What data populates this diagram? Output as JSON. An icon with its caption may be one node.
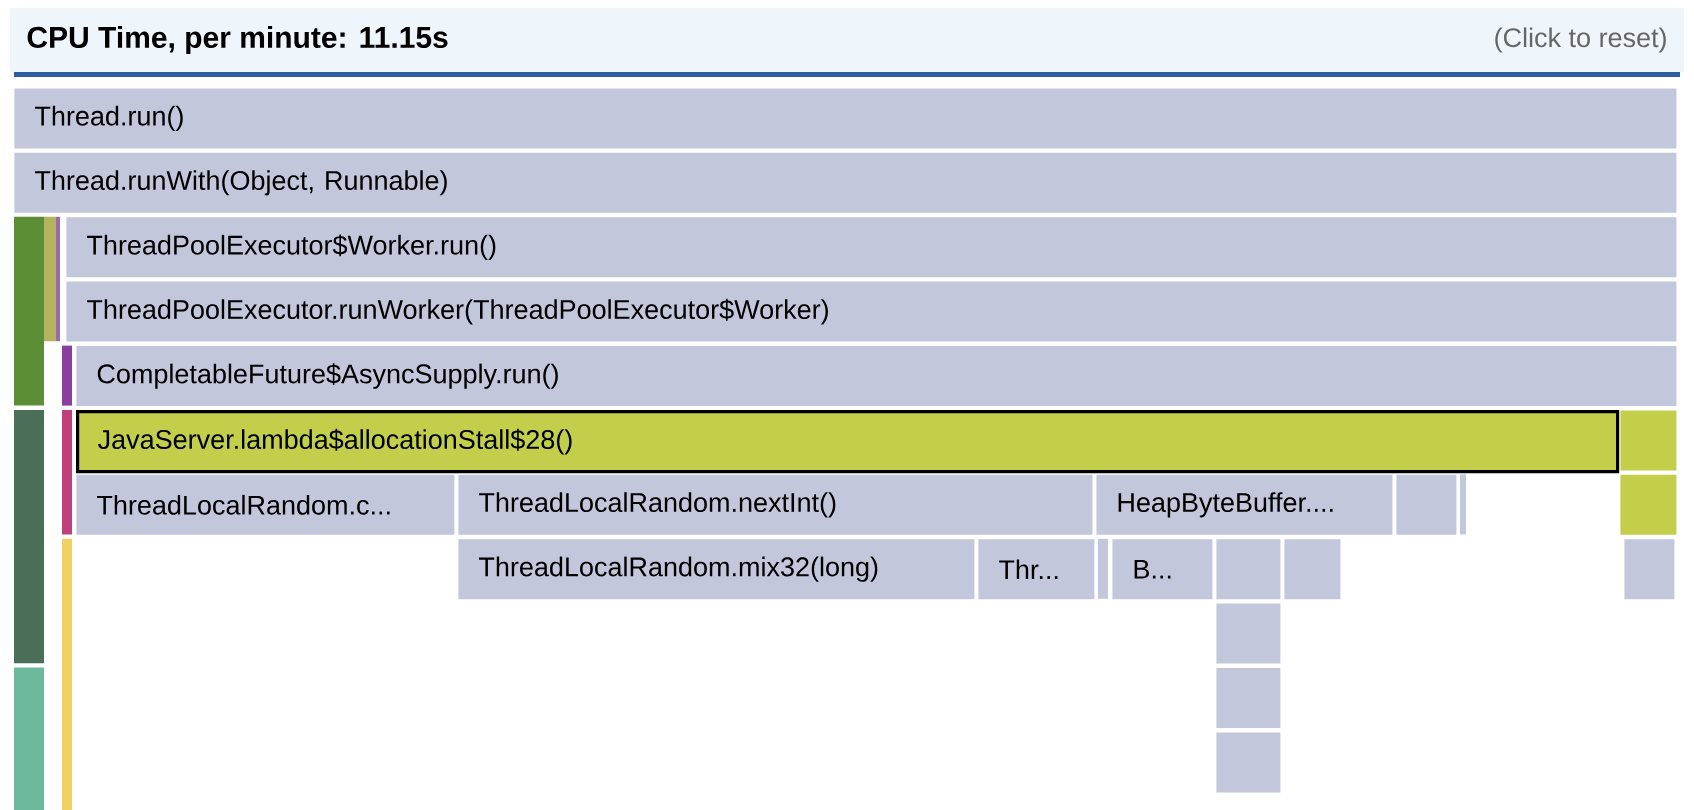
{
  "diagram": {
    "title": "CPU Time, per minute: 11.15s",
    "nodes": [
      {
        "text": [
          "Thread.run()"
        ]
      },
      {
        "text": [
          "Thread.runWith(Object, Runnable)"
        ]
      },
      {
        "text": [
          "ThreadPoolExecutor$Worker.run()"
        ]
      },
      {
        "text": [
          "ThreadPoolExecutor.runWorker(ThreadPoolExecutor$Worker)"
        ]
      },
      {
        "text": [
          "CompletableFuture$AsyncSupply.run()"
        ]
      },
      {
        "text": [
          "JavaServer.lambda$allocationStall$28()"
        ]
      },
      {
        "text": [],
        "shape": "bar"
      },
      {
        "text": [
          "ThreadLocalRandom.c..."
        ]
      },
      {
        "text": [
          "ThreadLocalRandom.nextInt()"
        ]
      },
      {
        "text": [
          "HeapByteBuffer...."
        ]
      },
      {
        "text": [],
        "shape": "bar"
      },
      {
        "text": [],
        "shape": "bar"
      },
      {
        "text": [
          "ThreadLocalRandom.mix32(long)"
        ]
      },
      {
        "text": [
          "Thr..."
        ]
      },
      {
        "text": [
          "B..."
        ]
      },
      {
        "text": [],
        "shape": "bar"
      },
      {
        "text": [],
        "shape": "bar"
      },
      {
        "text": [],
        "shape": "bar"
      },
      {
        "text": [],
        "shape": "bar"
      },
      {
        "text": [],
        "shape": "bar"
      },
      {
        "text": [],
        "shape": "bar"
      }
    ],
    "labels": [
      "(Click to reset)"
    ]
  }
}
